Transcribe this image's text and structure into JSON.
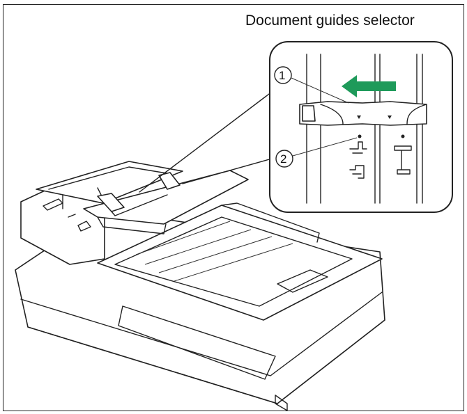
{
  "figure": {
    "title": "Document guides selector",
    "callouts": [
      {
        "id": "1",
        "label": "①"
      },
      {
        "id": "2",
        "label": "②"
      }
    ],
    "colors": {
      "arrow": "#1e9a5a",
      "line": "#222222"
    }
  }
}
